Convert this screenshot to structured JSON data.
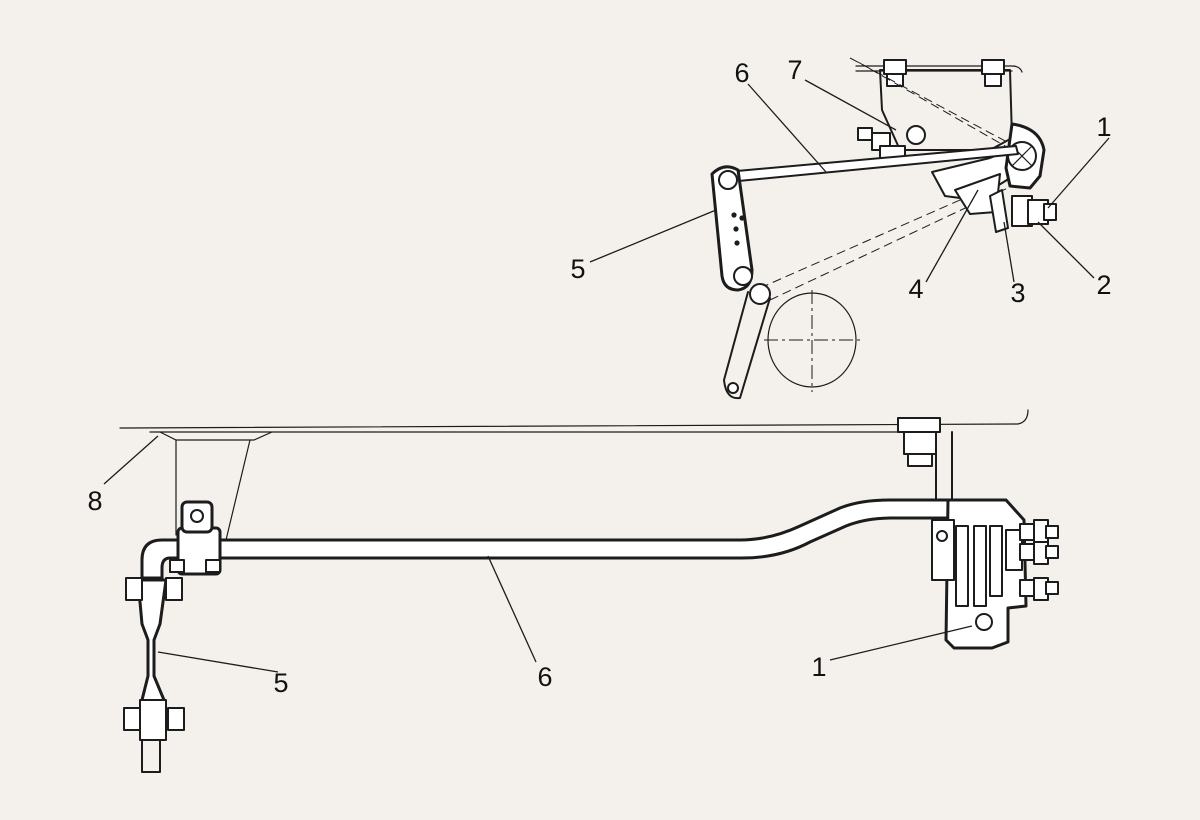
{
  "diagram": {
    "callouts": {
      "top": {
        "c1": "1",
        "c2": "2",
        "c3": "3",
        "c4": "4",
        "c5": "5",
        "c6": "6",
        "c7": "7"
      },
      "bottom": {
        "c1": "1",
        "c5": "5",
        "c6": "6",
        "c8": "8"
      }
    }
  }
}
